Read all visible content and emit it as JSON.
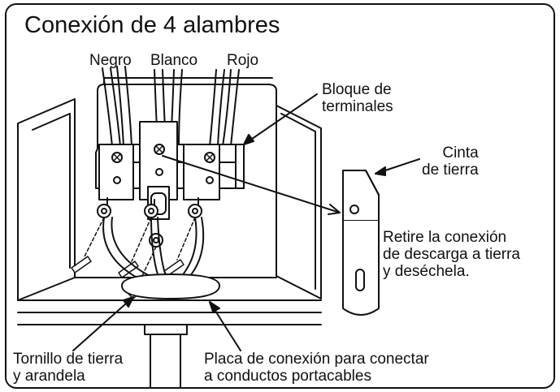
{
  "title": "Conexión de 4 alambres",
  "wire_labels": {
    "black": "Negro",
    "white": "Blanco",
    "red": "Rojo"
  },
  "terminal_block": {
    "line1": "Bloque de",
    "line2": "terminales"
  },
  "ground_strap": {
    "line1": "Cinta",
    "line2": "de tierra"
  },
  "instruction": {
    "line1": "Retire la conexión",
    "line2": "de descarga a tierra",
    "line3": "y deséchela."
  },
  "ground_screw": {
    "line1": "Tornillo de tierra",
    "line2": "y arandela"
  },
  "conduit_plate": {
    "line1": "Placa de conexión para conectar",
    "line2": "a conductos portacables"
  }
}
